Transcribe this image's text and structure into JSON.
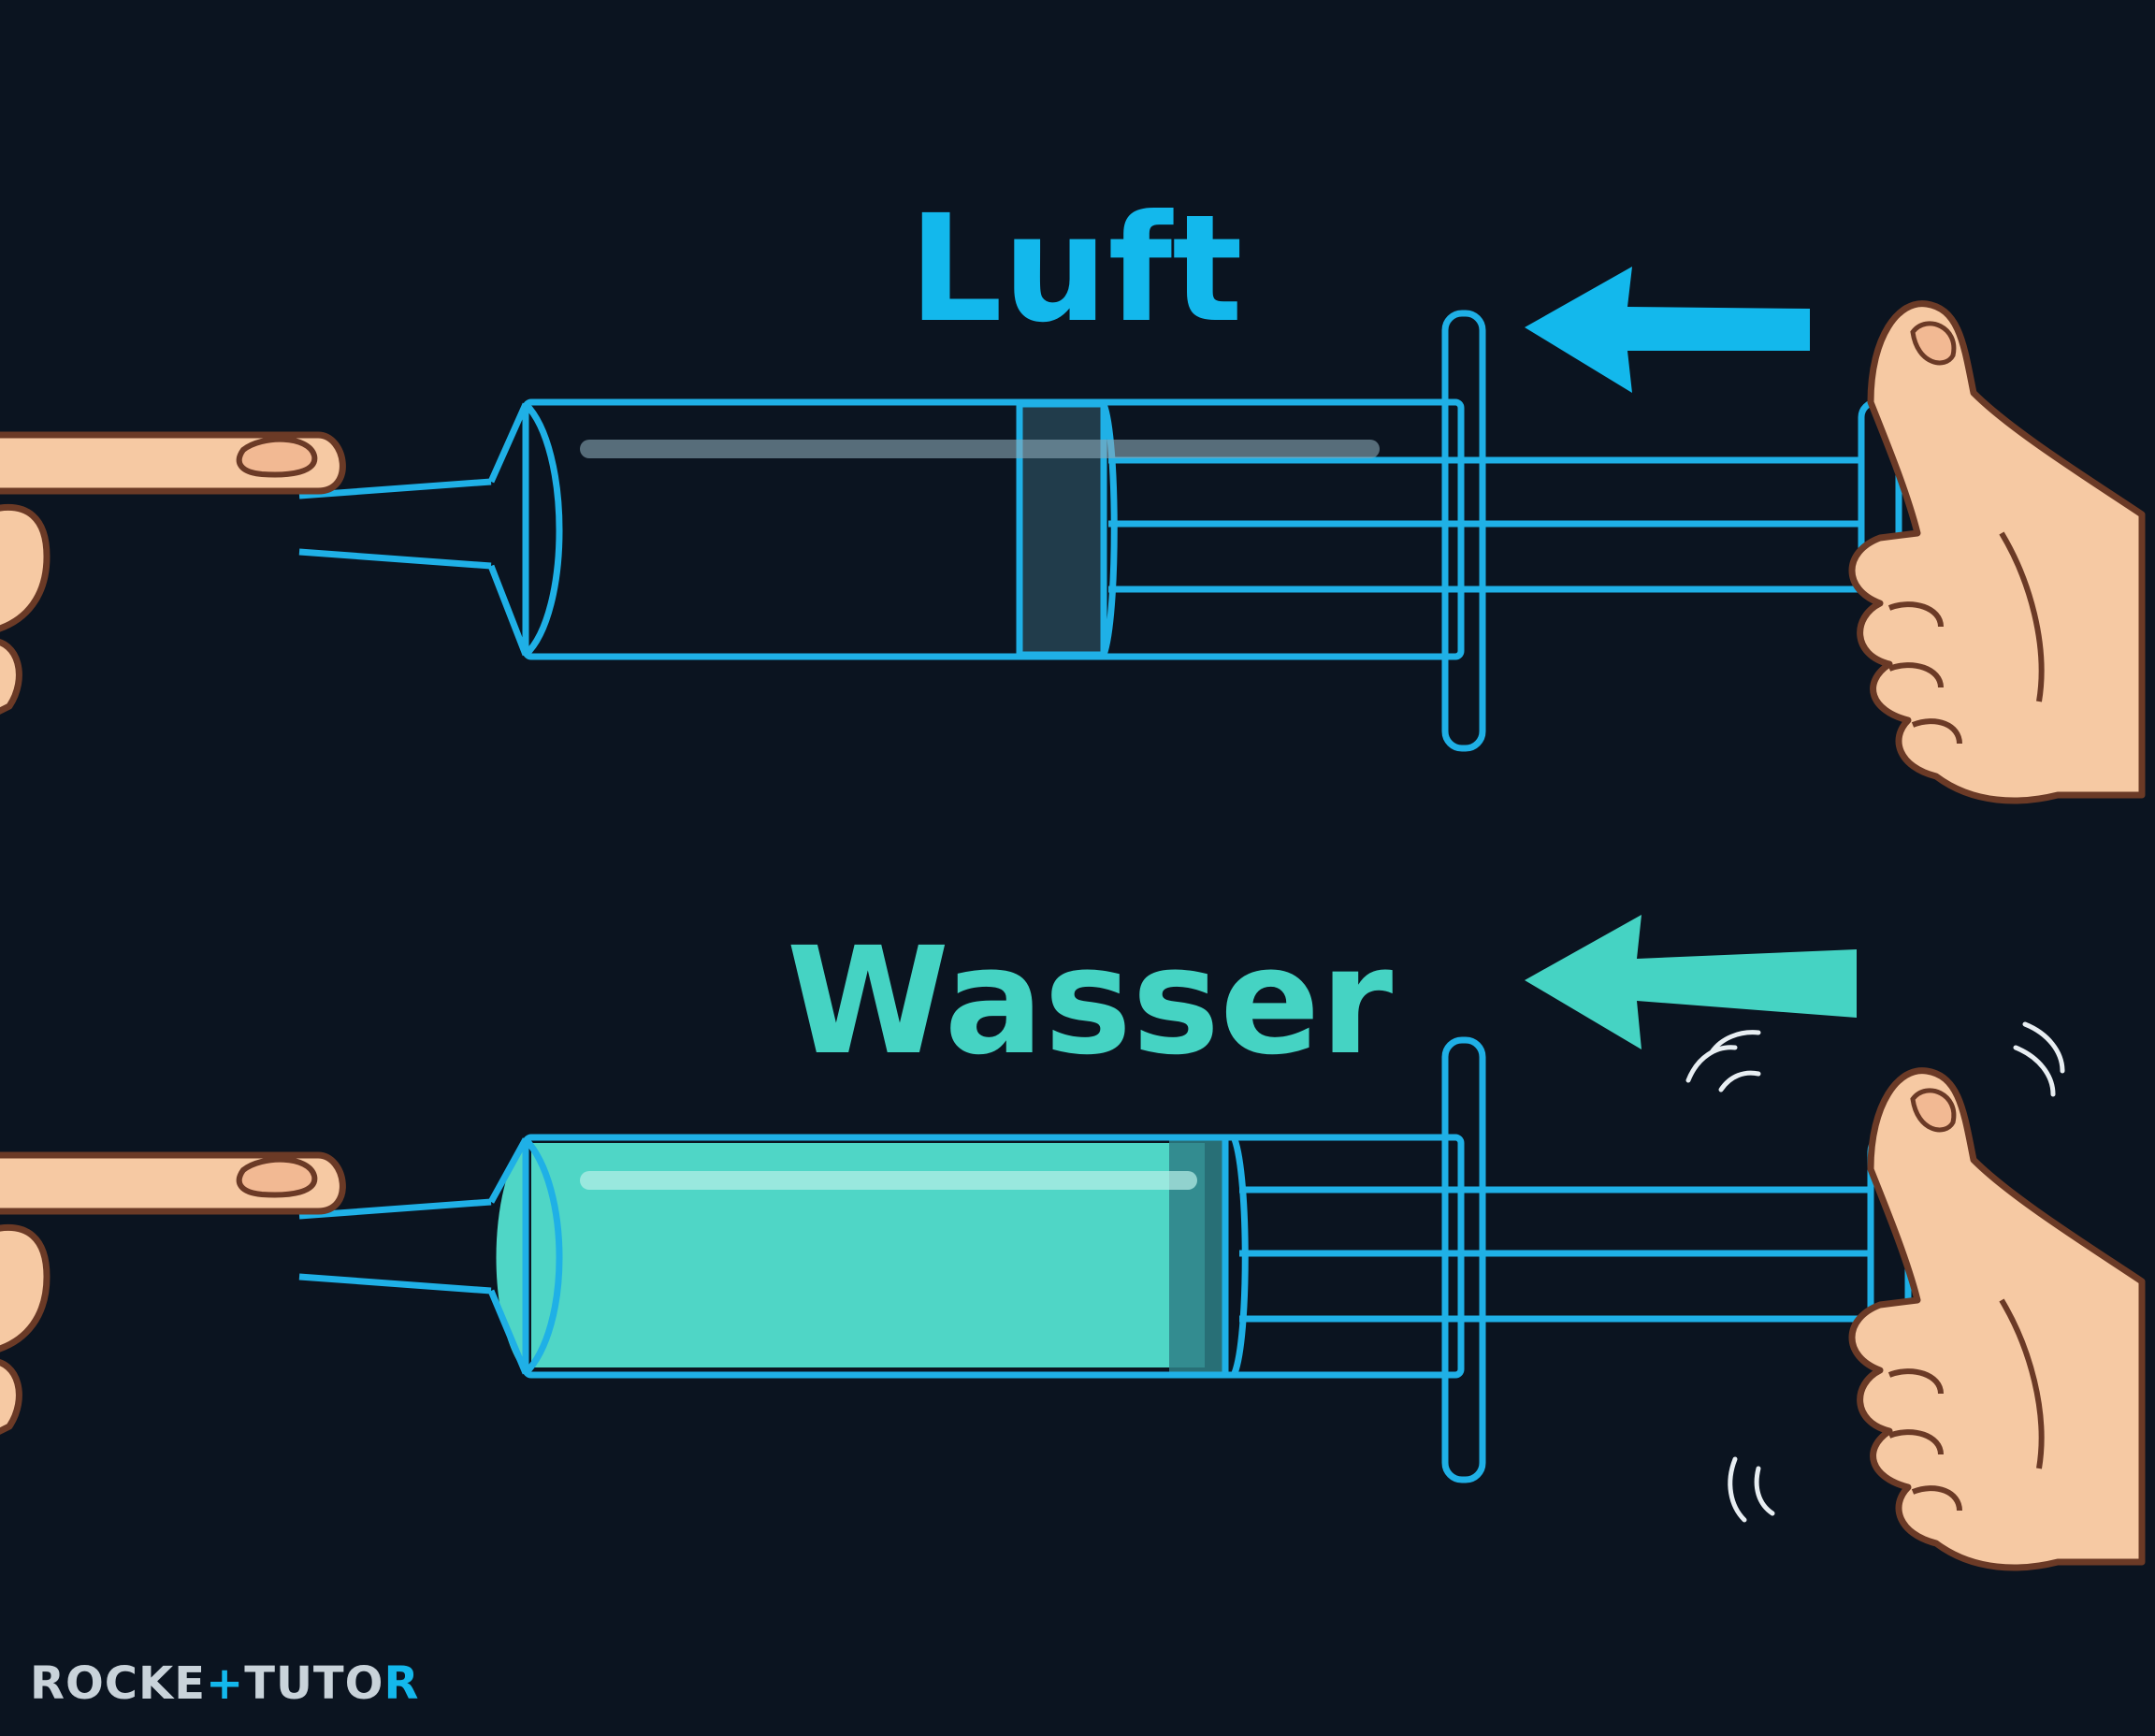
{
  "diagram": {
    "top": {
      "label": "Luft",
      "color": "#13b8ec"
    },
    "bottom": {
      "label": "Wasser",
      "color": "#45d3c3"
    }
  },
  "colors": {
    "background": "#0b1420",
    "outline": "#1fb0e6",
    "water": "#4fd6c6",
    "skin": "#f6c9a3",
    "skin_outline": "#6b3a26"
  },
  "logo": {
    "left": "ROCKE",
    "mid": "TUTO",
    "right": "R"
  }
}
